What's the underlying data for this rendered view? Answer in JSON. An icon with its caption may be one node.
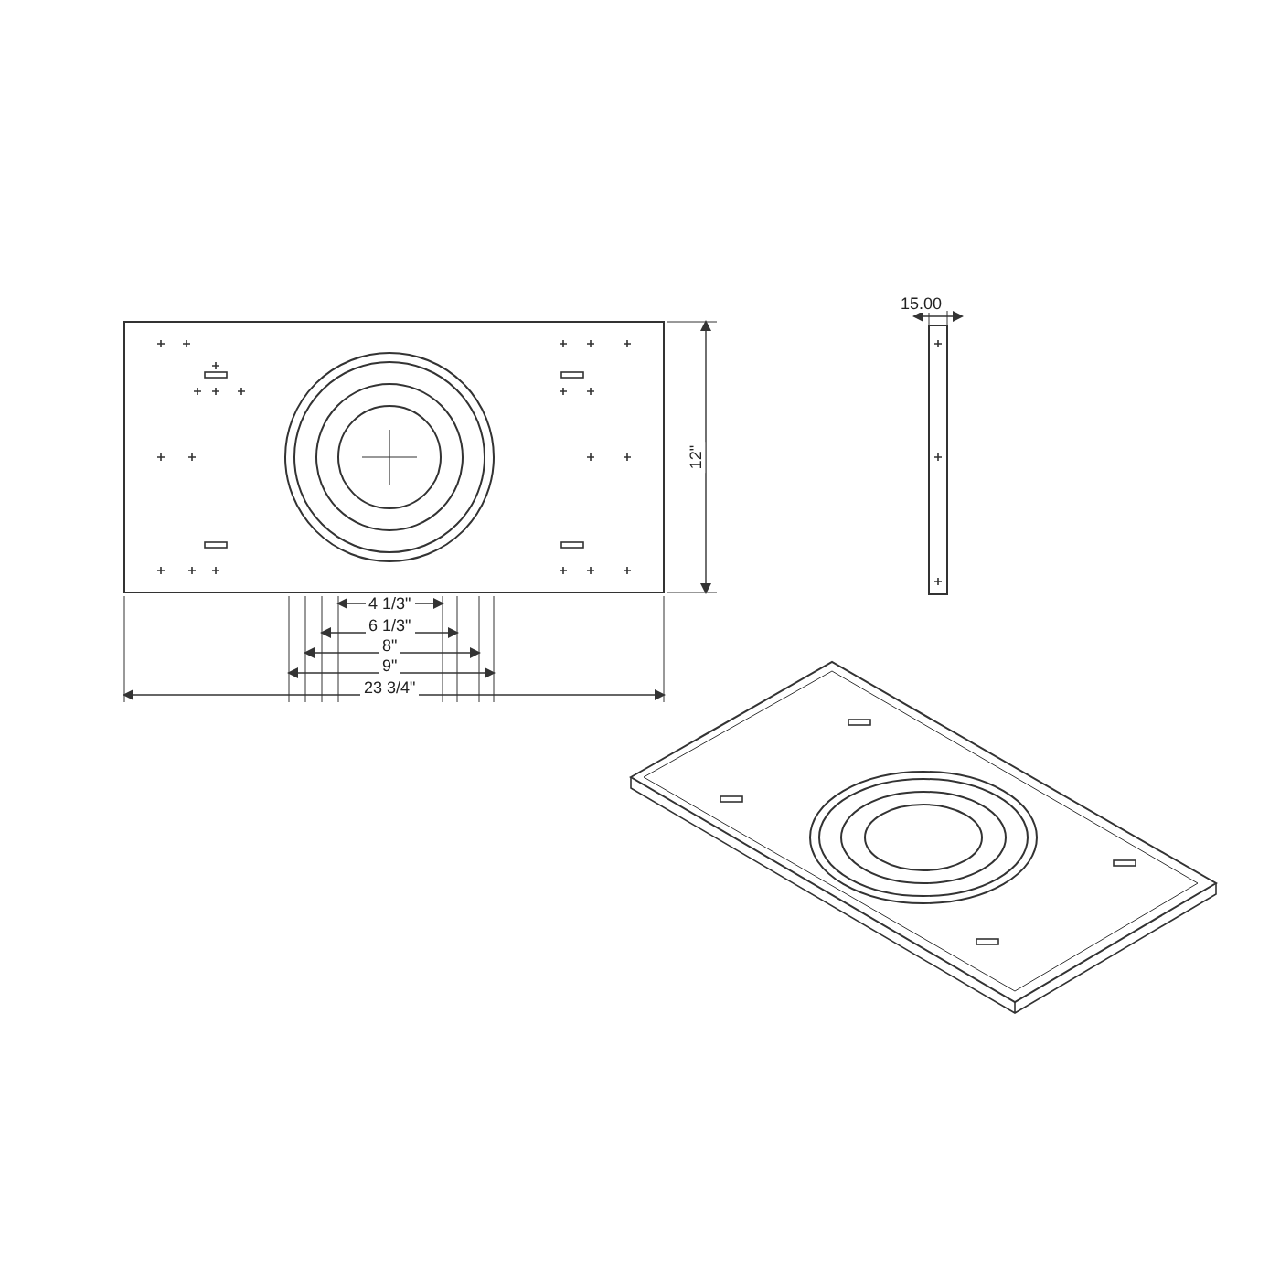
{
  "diagram": {
    "labels": [
      "15.00",
      "12\"",
      "4 1/3\"",
      "6 1/3\"",
      "8\"",
      "9\"",
      "23 3/4\""
    ]
  }
}
